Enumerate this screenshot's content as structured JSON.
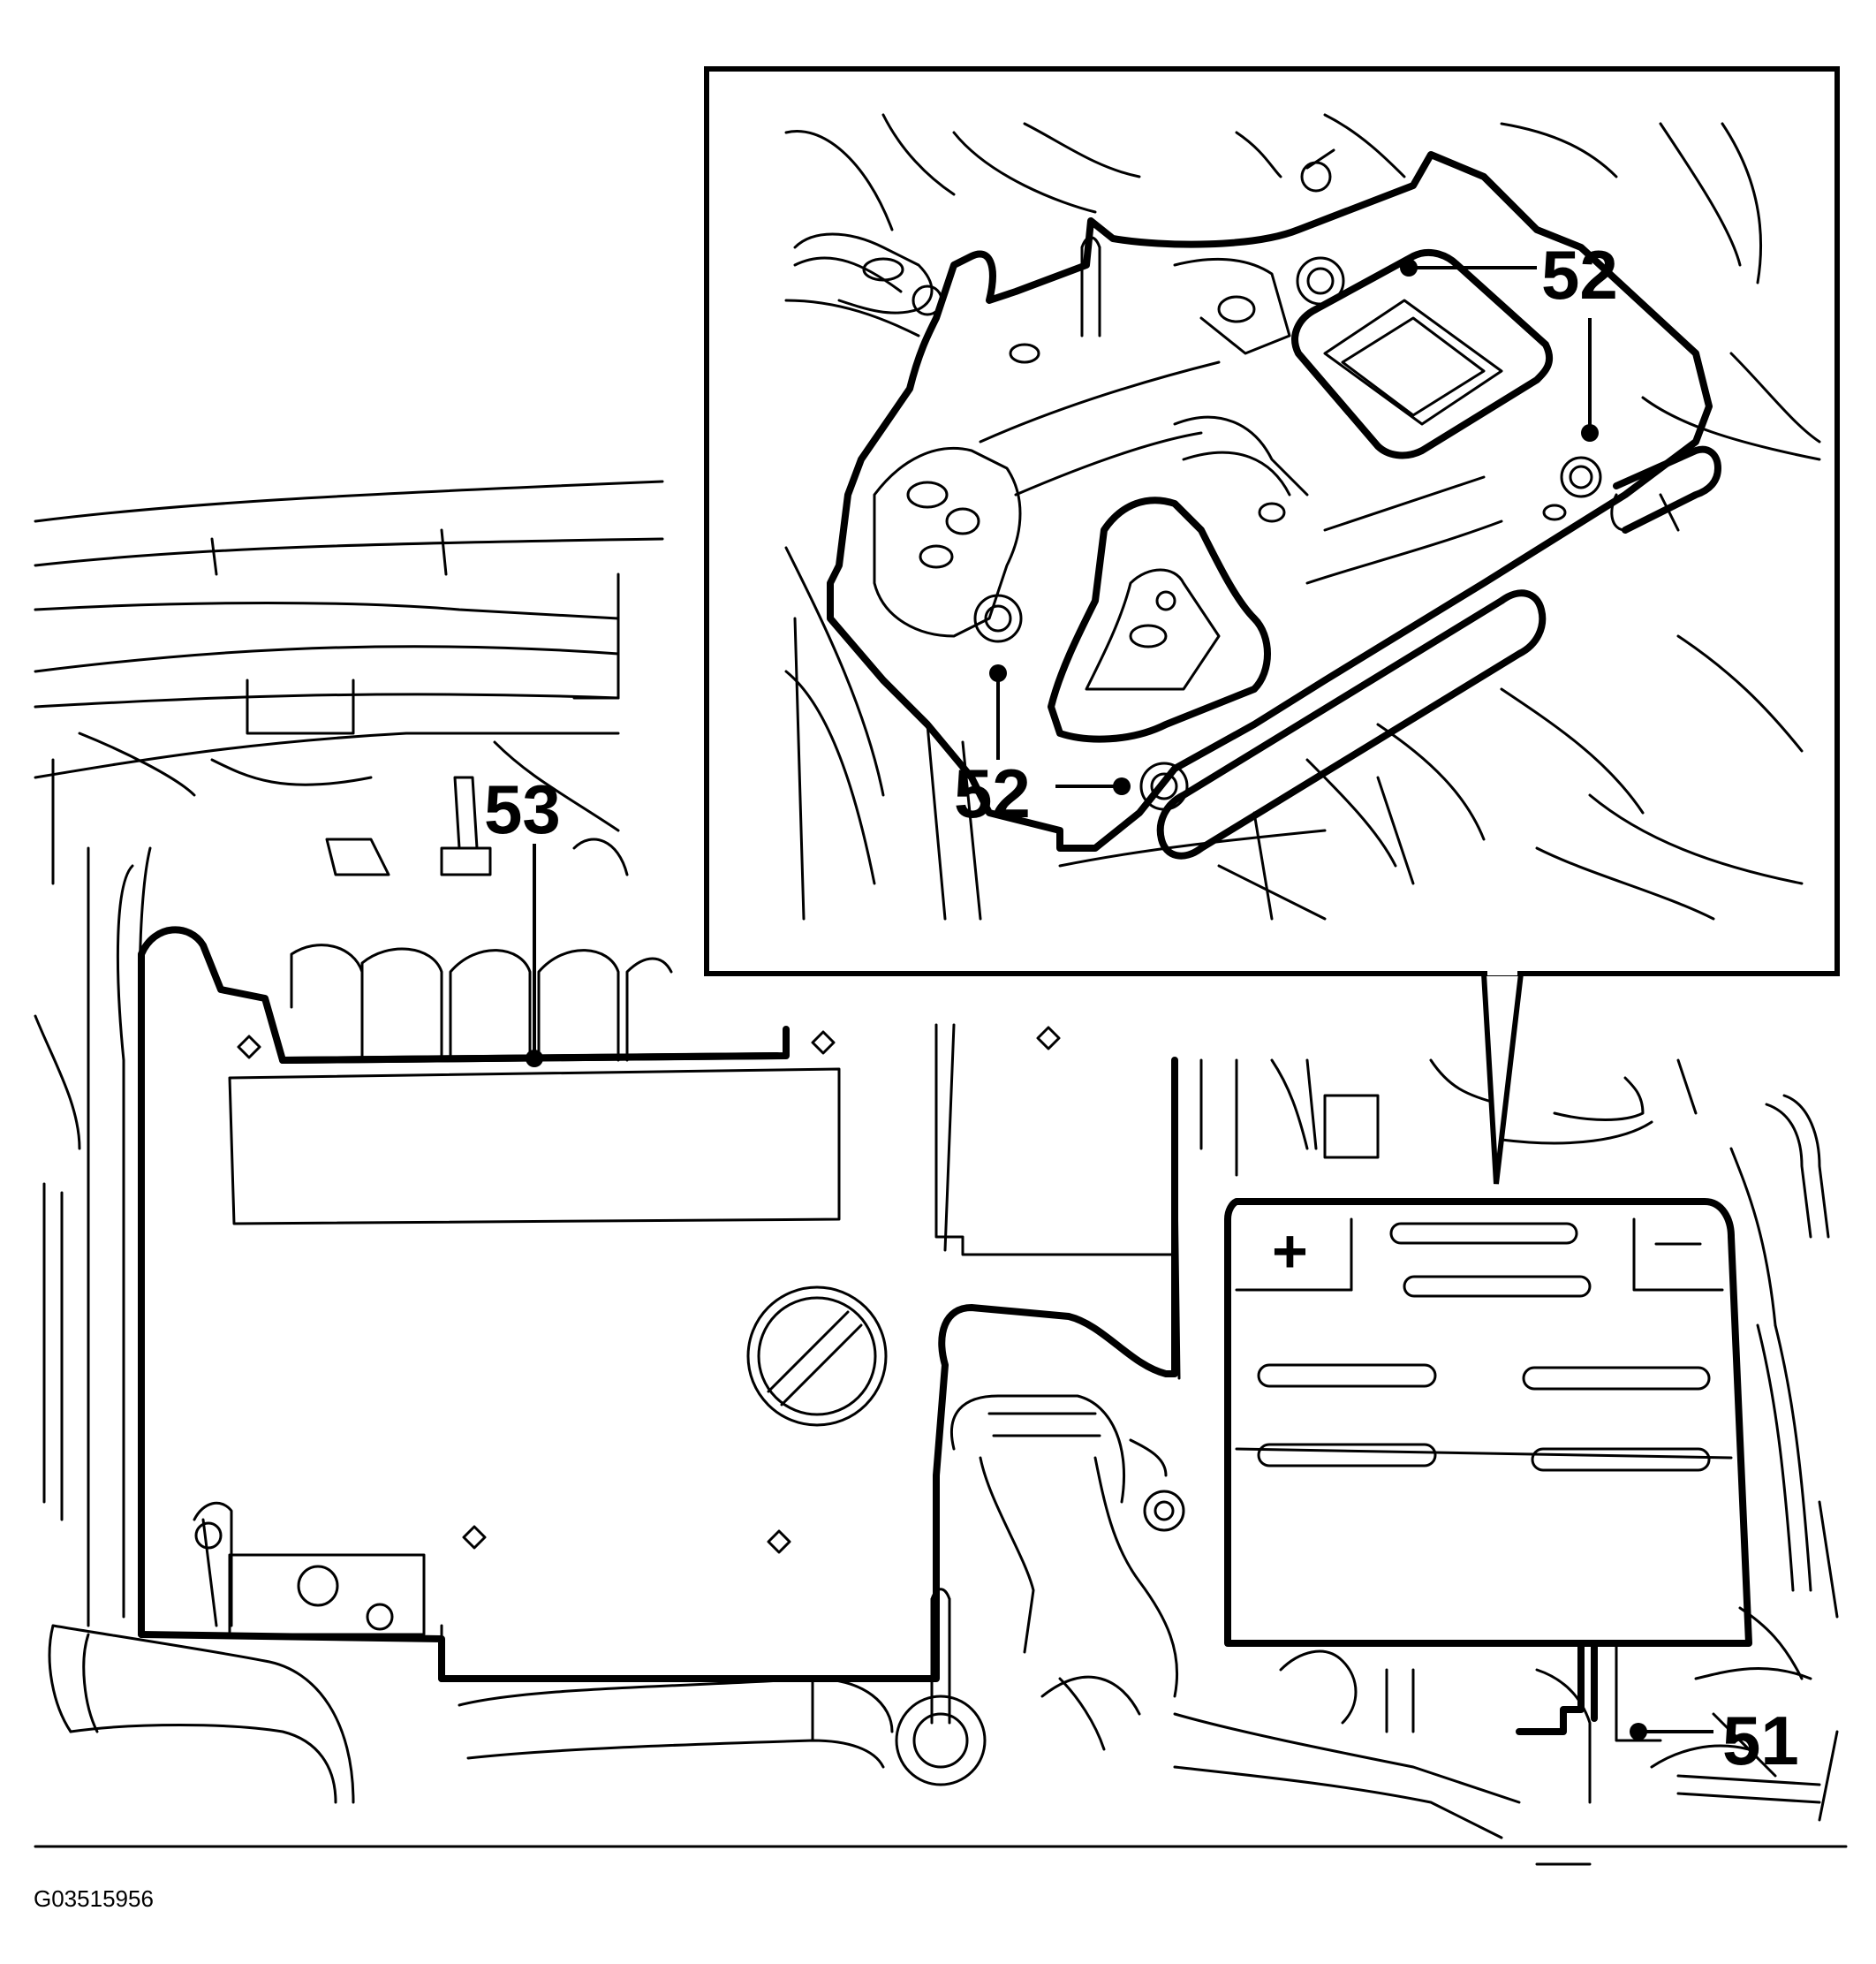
{
  "figure_id": "G03515956",
  "callouts": {
    "c51": "51",
    "c52_top_right": "52",
    "c52_right": "52",
    "c52_left": "52",
    "c52_bottom": "52",
    "c53": "53"
  },
  "colors": {
    "line": "#000000",
    "background": "#ffffff"
  }
}
